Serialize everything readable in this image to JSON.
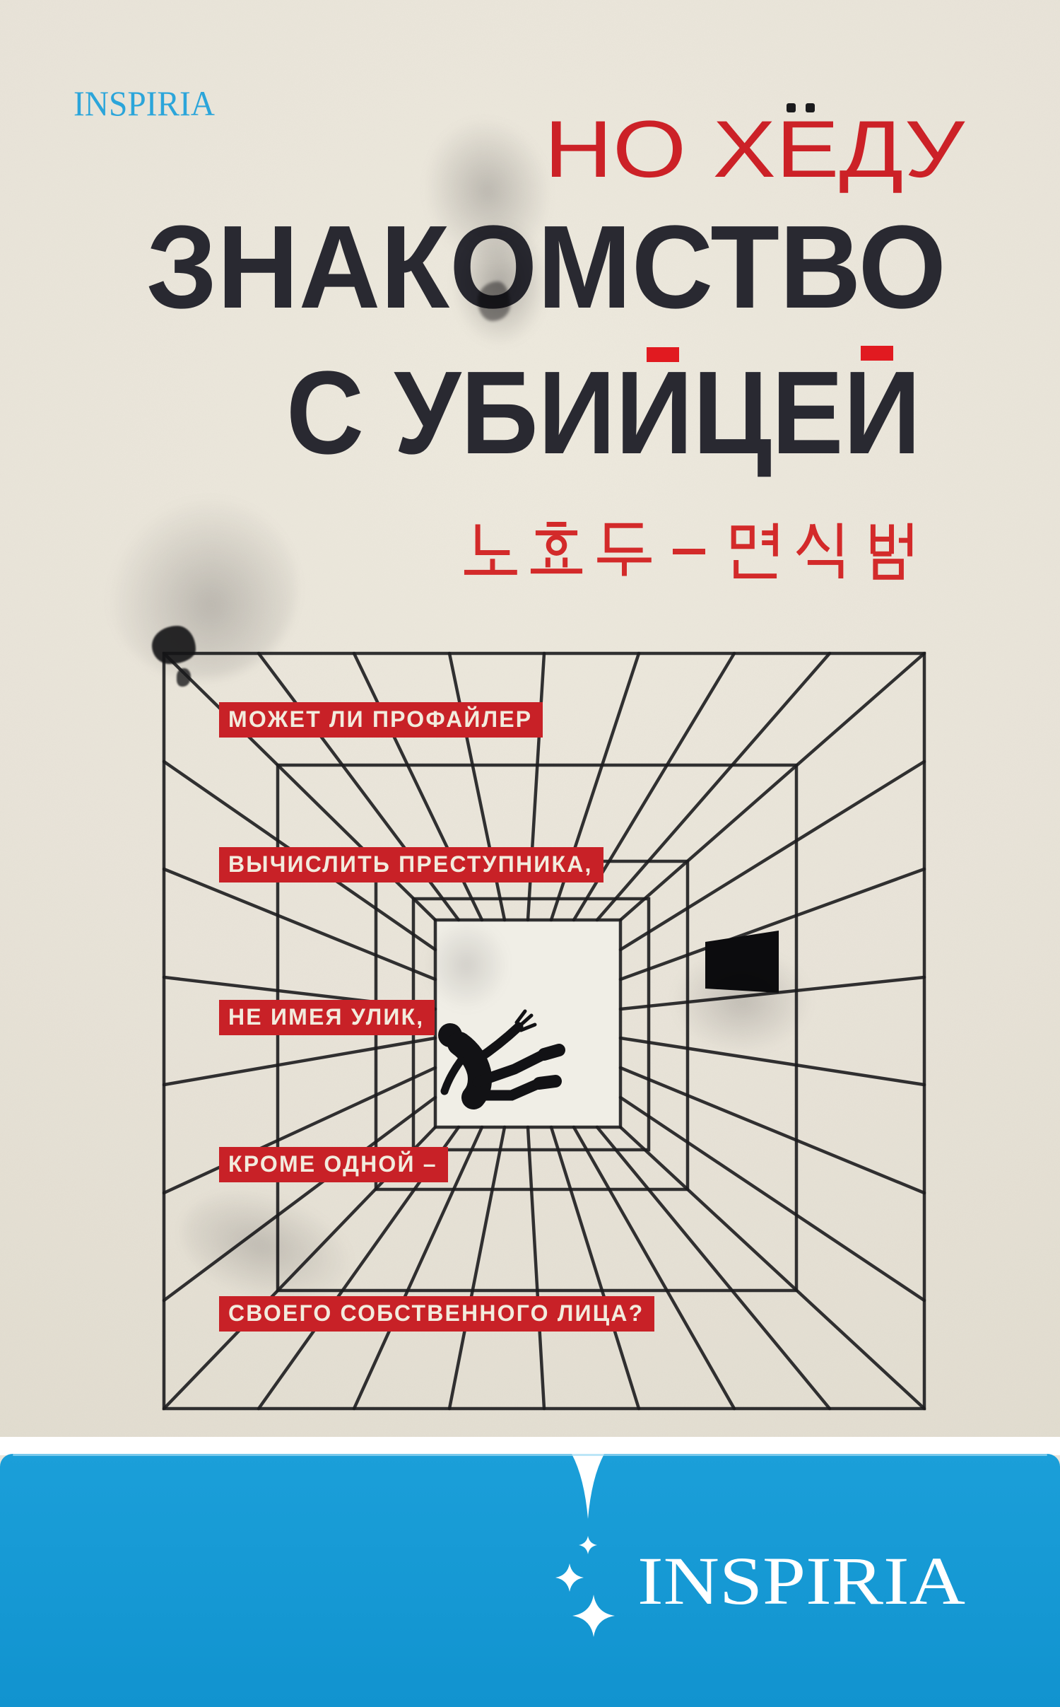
{
  "publisher": {
    "logo_top": "INSPIRIA",
    "logo_bottom": "INSPIRIA",
    "logo_mark": "sparkle-star-column"
  },
  "author": {
    "name": "НО ХЁДУ",
    "display_text": "НО ХЕДУ",
    "note": "diaeresis of Ё rendered as two black dots"
  },
  "title": {
    "line1": "ЗНАКОМСТВО",
    "line2": "С УБИЙЦЕЙ",
    "line2_display": "С УБИИЦЕИ",
    "note": "breve of both Й rendered as red rectangles"
  },
  "original_title": "노효두 – 면식범",
  "tagline": {
    "line1": "МОЖЕТ ЛИ ПРОФАЙЛЕР",
    "line2": "ВЫЧИСЛИТЬ ПРЕСТУПНИКА,",
    "line3": "НЕ ИМЕЯ УЛИК,",
    "line4": "КРОМЕ ОДНОЙ –",
    "line5": "СВОЕГО СОБСТВЕННОГО ЛИЦА?"
  },
  "artwork": {
    "description": "one-point perspective wireframe cage tunnel, falling man silhouette, black open hatch on right wall, ink smudges on paper"
  },
  "colors": {
    "paper": "#E9E5DB",
    "ink": "#292931",
    "title_red_accent": "#E11A20",
    "author_red": "#CC2127",
    "korean_red": "#D32A2A",
    "band_red": "#C82127",
    "band_text": "#F2EBDD",
    "brand_blue": "#2BA5DA",
    "banner_blue": "#1497D3",
    "line_ink": "#1C1C1E"
  }
}
